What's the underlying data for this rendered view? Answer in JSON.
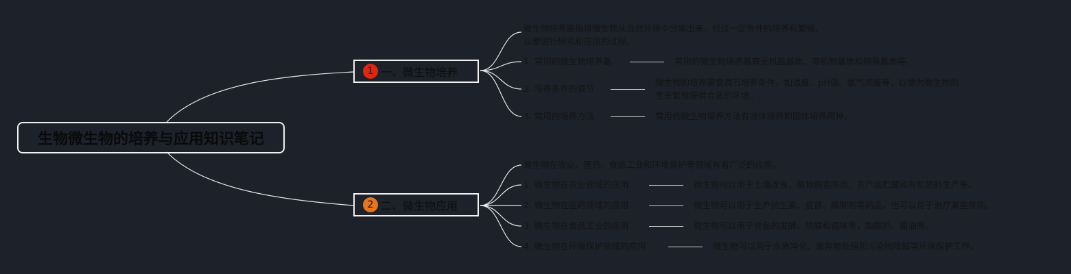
{
  "root": {
    "title": "生物微生物的培养与应用知识笔记"
  },
  "branches": [
    {
      "number": "1",
      "title": "一、微生物培养",
      "badge_color": "#e0260f",
      "summary": [
        "微生物培养是指将微生物从自然环境中分离出来，经过一定条件的培养和繁殖，",
        "以便进行研究和应用的过程。"
      ],
      "items": [
        {
          "label": "1. 常用的微生物培养基",
          "detail": [
            "常用的微生物培养基有无机盐基质、有机物基质和特殊基质等。"
          ]
        },
        {
          "label": "2. 培养条件的调节",
          "detail": [
            "微生物的培养需要调节培养条件，如温度、pH值、氧气浓度等，以便为微生物的",
            "生长繁殖提供合适的环境。"
          ]
        },
        {
          "label": "3. 常用的培养方法",
          "detail": [
            "常用的微生物培养方法有液体培养和固体培养两种。"
          ]
        }
      ]
    },
    {
      "number": "2",
      "title": "二、微生物应用",
      "badge_color": "#e8741c",
      "summary": [
        "微生物在农业、医药、食品工业和环境保护等领域有着广泛的应用。"
      ],
      "items": [
        {
          "label": "1. 微生物在农业领域的应用",
          "detail": [
            "微生物可以用于土壤改良、植物病害防治、农产品贮藏和有机肥料生产等。"
          ]
        },
        {
          "label": "2. 微生物在医药领域的应用",
          "detail": [
            "微生物可以用于生产抗生素、疫苗、酶制剂等药品，也可以用于治疗某些疾病。"
          ]
        },
        {
          "label": "3. 微生物在食品工业的应用",
          "detail": [
            "微生物可以用于食品的发酵、防腐和调味等，如酸奶、酱油等。"
          ]
        },
        {
          "label": "4. 微生物在环境保护领域的应用",
          "detail": [
            "微生物可以用于水质净化、废弃物处理和污染物降解等环境保护工作。"
          ]
        }
      ]
    }
  ]
}
